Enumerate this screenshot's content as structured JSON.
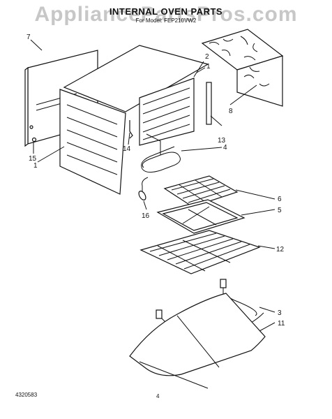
{
  "watermark": "AppliancePartsPros.com",
  "title": "INTERNAL OVEN PARTS",
  "subtitle": "For Model: FEP210VW2",
  "callouts": {
    "c7": "7",
    "c2": "2",
    "c1a": "1",
    "c8": "8",
    "c13": "13",
    "c4": "4",
    "c14": "14",
    "c15": "15",
    "c1b": "1",
    "c16": "16",
    "c6": "6",
    "c5": "5",
    "c12": "12",
    "c3": "3",
    "c11": "11"
  },
  "footer": {
    "code": "4320583",
    "page": "4"
  }
}
